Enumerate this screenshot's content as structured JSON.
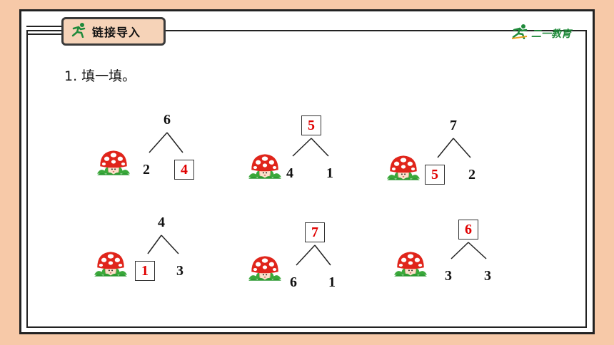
{
  "header": {
    "tag_label": "链接导入",
    "brand_text": "二一教育"
  },
  "task": {
    "title": "1. 填一填。"
  },
  "colors": {
    "background": "#f7c9a8",
    "answer": "#e00000",
    "tag_fill": "#f6d3b8",
    "brand": "#1f8a3a"
  },
  "exercises": [
    {
      "top": "6",
      "left": "2",
      "right": "4",
      "blank": "right"
    },
    {
      "top": "5",
      "left": "4",
      "right": "1",
      "blank": "top"
    },
    {
      "top": "7",
      "left": "5",
      "right": "2",
      "blank": "left"
    },
    {
      "top": "4",
      "left": "1",
      "right": "3",
      "blank": "left"
    },
    {
      "top": "7",
      "left": "6",
      "right": "1",
      "blank": "top"
    },
    {
      "top": "6",
      "left": "3",
      "right": "3",
      "blank": "top"
    }
  ]
}
